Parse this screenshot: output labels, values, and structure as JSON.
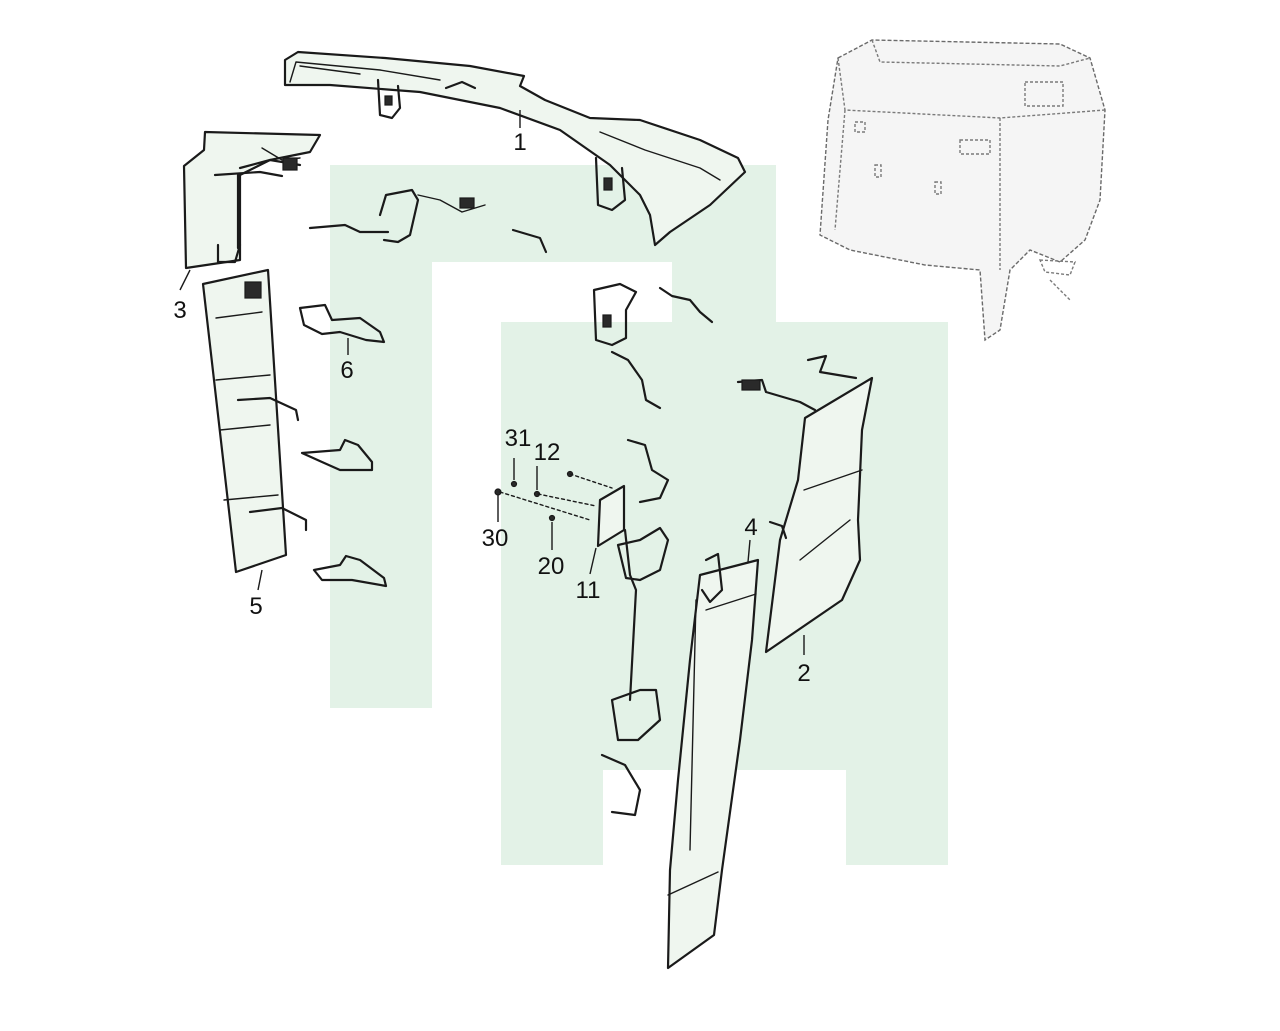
{
  "diagram": {
    "watermark_color": "#e3f2e7",
    "line_color": "#1a1a1a",
    "callouts": {
      "c1": "1",
      "c2": "2",
      "c3": "3",
      "c4": "4",
      "c5": "5",
      "c6": "6",
      "c11": "11",
      "c12": "12",
      "c20": "20",
      "c30": "30",
      "c31": "31"
    }
  }
}
